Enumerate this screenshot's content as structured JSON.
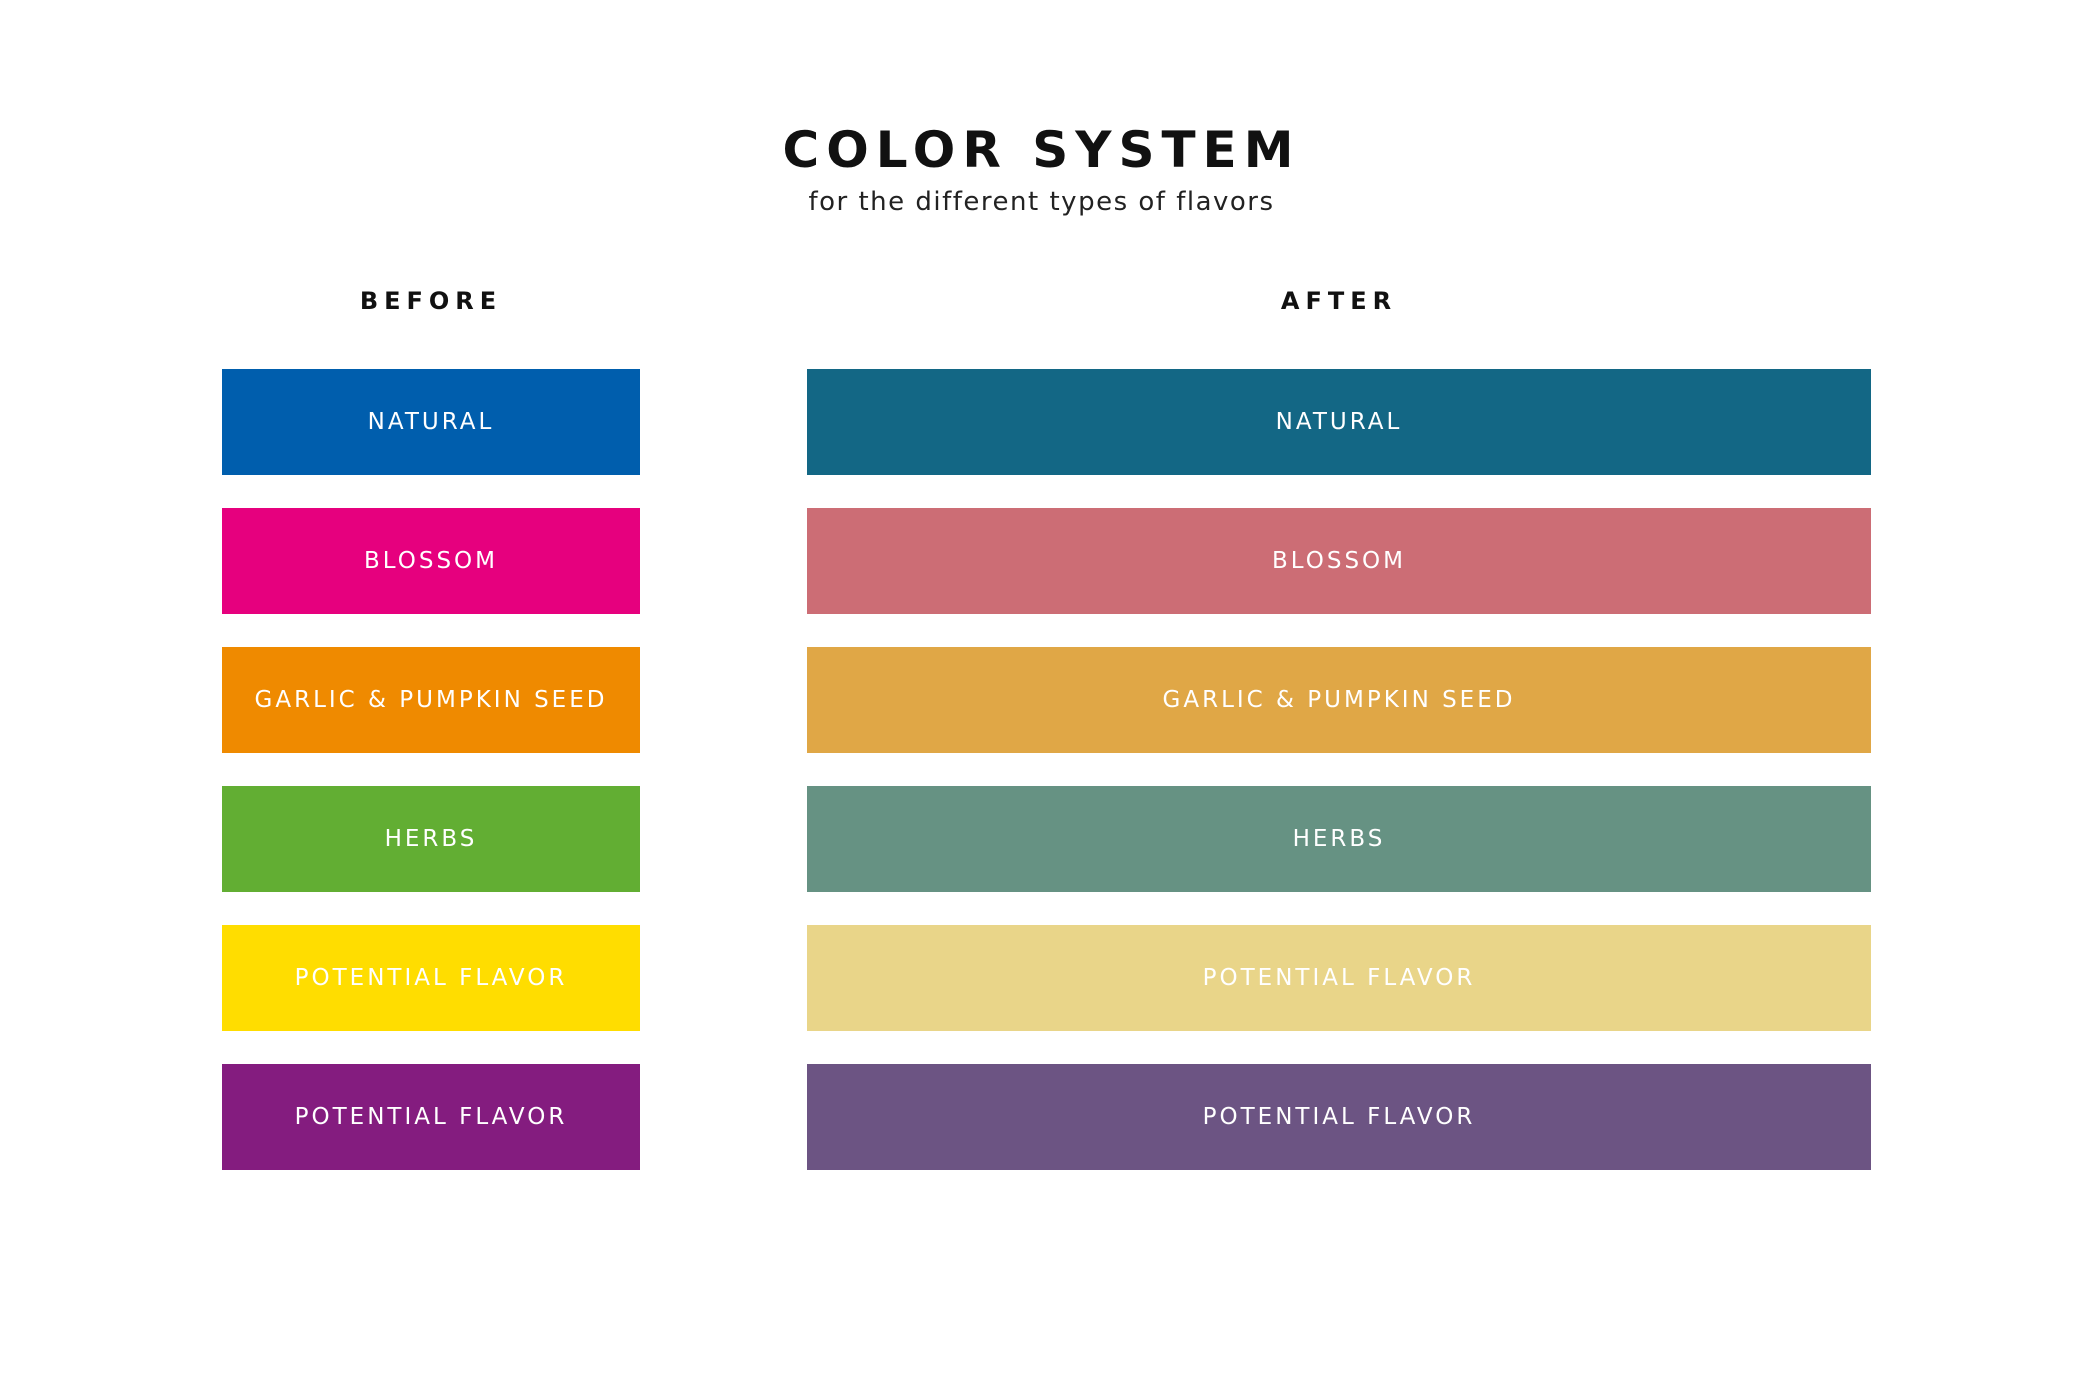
{
  "header": {
    "title": "COLOR SYSTEM",
    "subtitle": "for the different types of flavors"
  },
  "before": {
    "heading": "BEFORE",
    "swatches": [
      {
        "label": "NATURAL",
        "color": "#005EAD"
      },
      {
        "label": "BLOSSOM",
        "color": "#E6007E"
      },
      {
        "label": "GARLIC & PUMPKIN SEED",
        "color": "#EF8A00"
      },
      {
        "label": "HERBS",
        "color": "#62AE33"
      },
      {
        "label": "POTENTIAL FLAVOR",
        "color": "#FFDD00"
      },
      {
        "label": "POTENTIAL FLAVOR",
        "color": "#841C7F"
      }
    ]
  },
  "after": {
    "heading": "AFTER",
    "swatches": [
      {
        "label": "NATURAL",
        "color": "#136785"
      },
      {
        "label": "BLOSSOM",
        "color": "#CC6D75"
      },
      {
        "label": "GARLIC & PUMPKIN SEED",
        "color": "#E0A746"
      },
      {
        "label": "HERBS",
        "color": "#669283"
      },
      {
        "label": "POTENTIAL FLAVOR",
        "color": "#E9D589"
      },
      {
        "label": "POTENTIAL FLAVOR",
        "color": "#6C5483"
      }
    ]
  }
}
